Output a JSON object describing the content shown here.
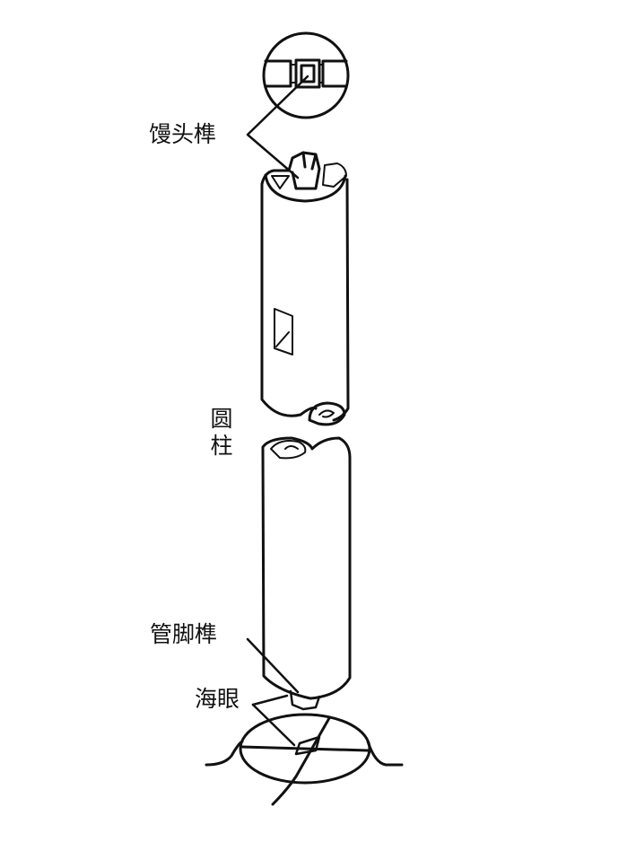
{
  "diagram": {
    "title": "",
    "background": "#ffffff",
    "stroke_color": "#111111",
    "labels": {
      "top_tenon": "馒头榫",
      "column_line1": "圆",
      "column_line2": "柱",
      "foot_tenon": "管脚榫",
      "socket": "海眼"
    },
    "parts": [
      {
        "id": "detail-circle",
        "description": "magnified top view of tenon"
      },
      {
        "id": "upper-column",
        "description": "upper column segment with top tenon"
      },
      {
        "id": "lower-column",
        "description": "lower column segment with foot tenon"
      },
      {
        "id": "base-stone",
        "description": "column base stone with socket"
      }
    ]
  }
}
